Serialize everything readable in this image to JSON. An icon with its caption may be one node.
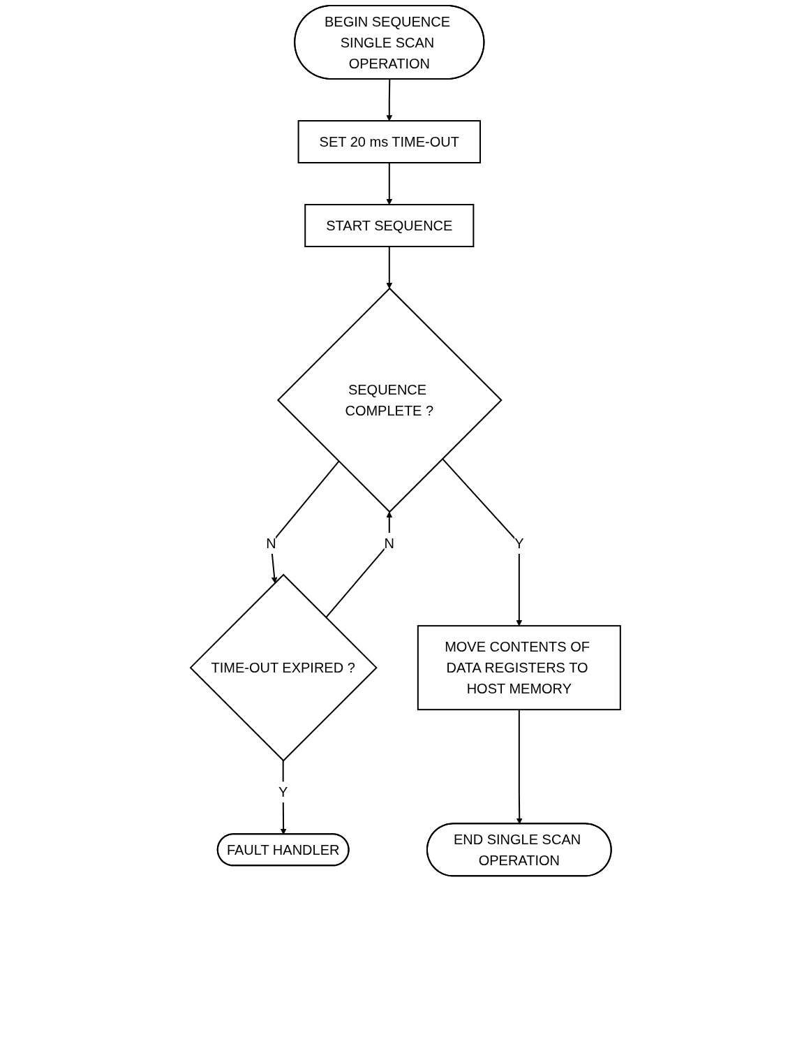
{
  "diagram": {
    "nodes": [
      {
        "text": [
          "BEGIN SEQUENCE SINGLE SCAN OPERATION"
        ]
      },
      {
        "text": [
          "SET 20 ms TIME-OUT"
        ]
      },
      {
        "text": [
          "START SEQUENCE"
        ]
      },
      {
        "text": [
          "SEQUENCE COMPLETE ?"
        ]
      },
      {
        "text": [
          "TIME-OUT EXPIRED ?"
        ]
      },
      {
        "text": [
          "FAULT HANDLER"
        ]
      },
      {
        "text": [
          "MOVE CONTENTS OF DATA REGISTERS TO HOST MEMORY"
        ]
      },
      {
        "text": [
          "END SINGLE SCAN OPERATION"
        ]
      }
    ],
    "edges": [
      {
        "from": 0,
        "to": 1,
        "arrow": "to"
      },
      {
        "from": 1,
        "to": 2,
        "arrow": "to"
      },
      {
        "from": 2,
        "to": 3,
        "arrow": "to"
      },
      {
        "from": 3,
        "to": 4,
        "arrow": "to",
        "label": "N"
      },
      {
        "from": 4,
        "to": 3,
        "arrow": "to",
        "label": "N"
      },
      {
        "from": 4,
        "to": 5,
        "arrow": "to",
        "label": "Y"
      },
      {
        "from": 3,
        "to": 6,
        "arrow": "to",
        "label": "Y"
      },
      {
        "from": 6,
        "to": 7,
        "arrow": "to"
      }
    ]
  }
}
